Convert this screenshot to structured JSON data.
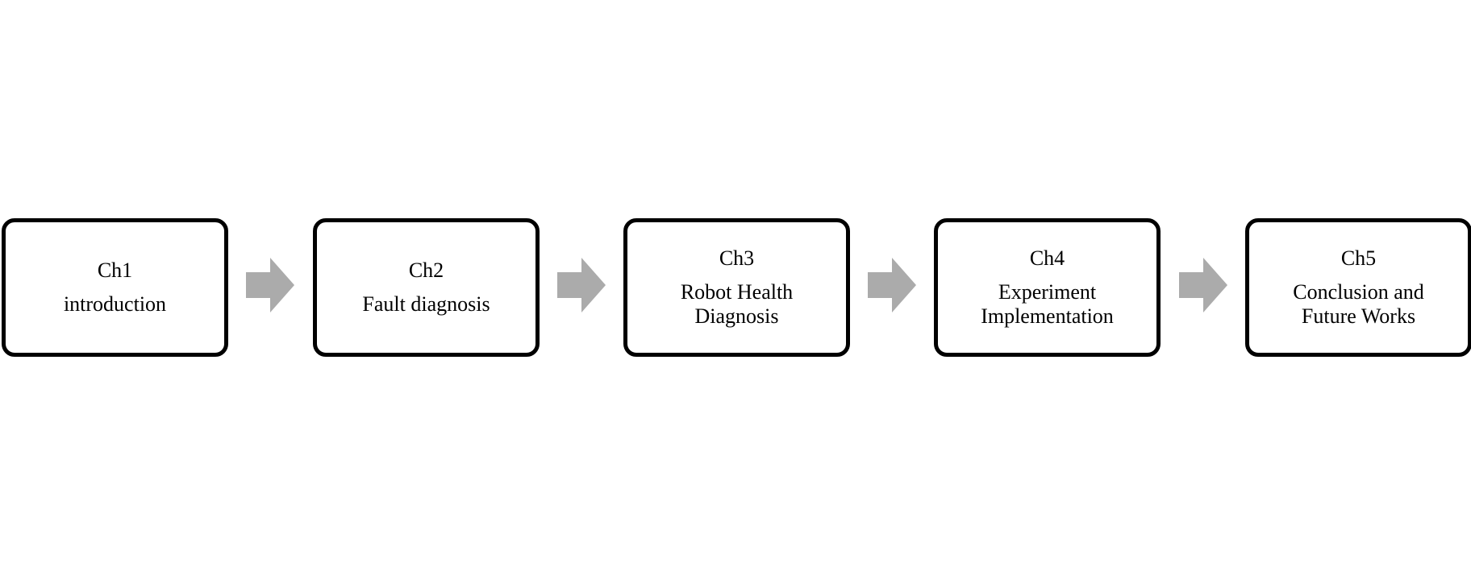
{
  "diagram": {
    "arrow_color": "#ababab",
    "border_color": "#000000",
    "boxes": [
      {
        "chapter": "Ch1",
        "lines": [
          "introduction"
        ]
      },
      {
        "chapter": "Ch2",
        "lines": [
          "Fault diagnosis"
        ]
      },
      {
        "chapter": "Ch3",
        "lines": [
          "Robot Health",
          "Diagnosis"
        ]
      },
      {
        "chapter": "Ch4",
        "lines": [
          "Experiment",
          "Implementation"
        ]
      },
      {
        "chapter": "Ch5",
        "lines": [
          "Conclusion and",
          "Future Works"
        ]
      }
    ]
  }
}
